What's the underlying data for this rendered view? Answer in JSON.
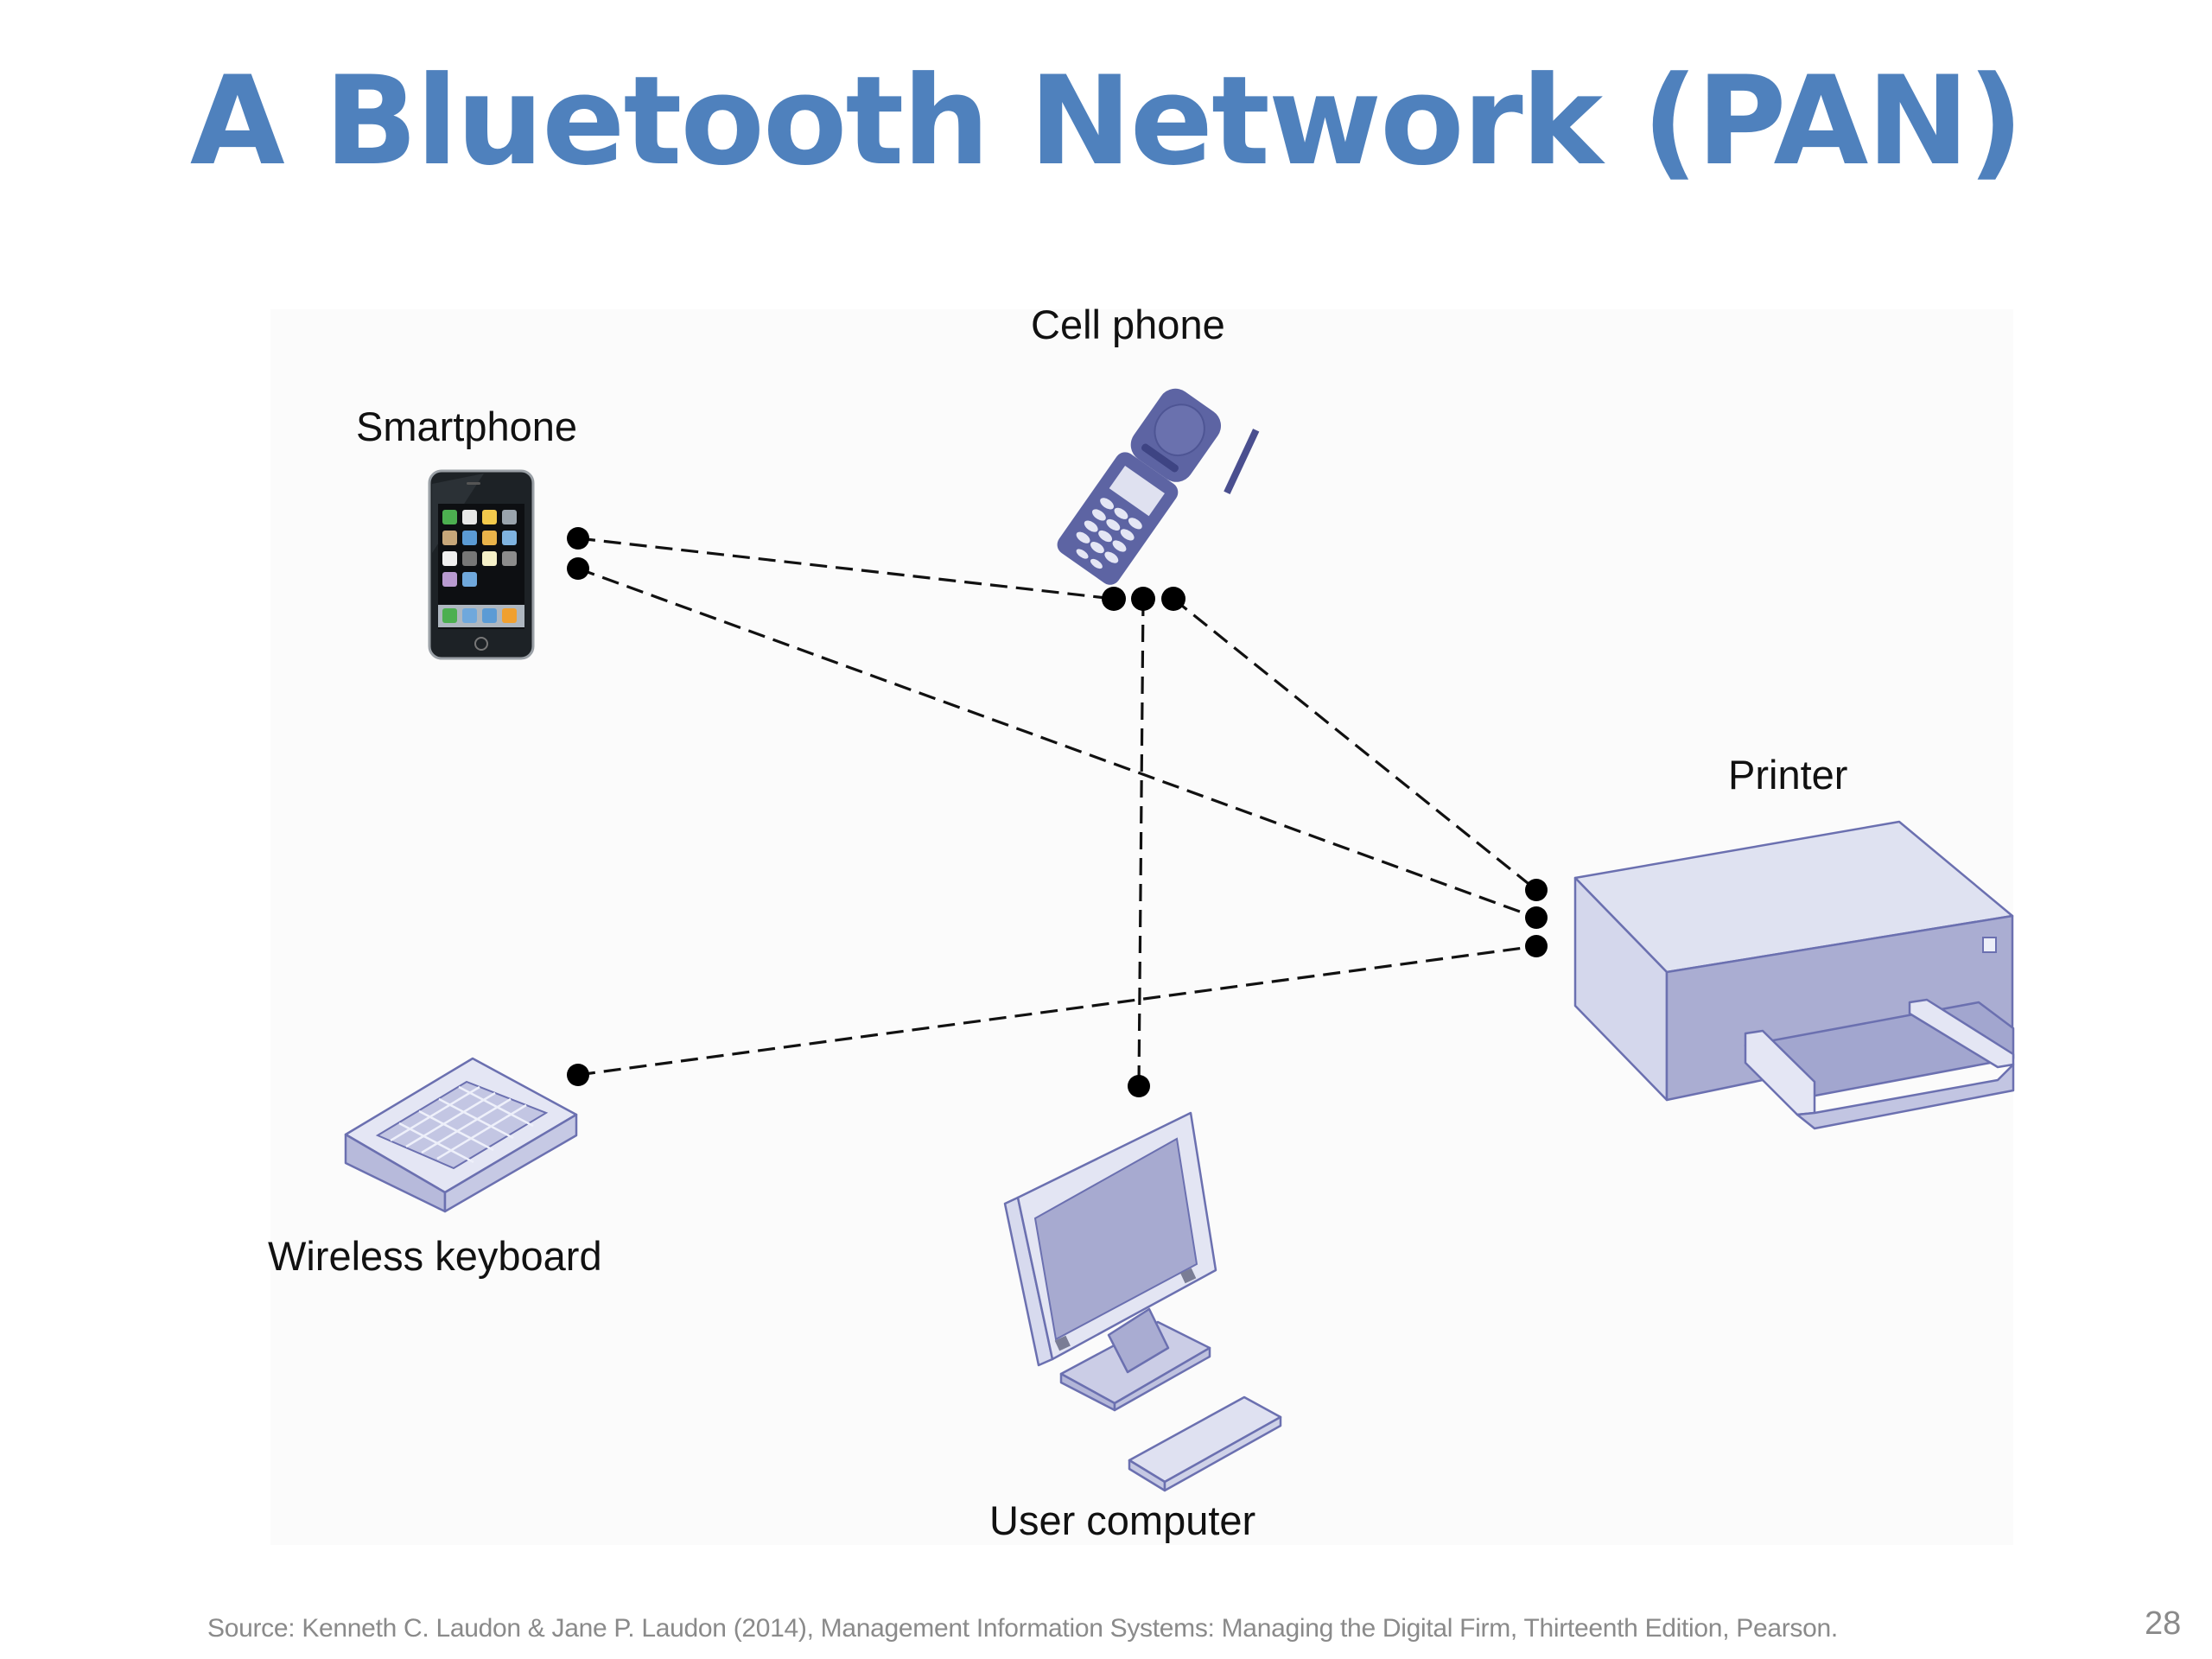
{
  "slide": {
    "title": "A Bluetooth Network (PAN)",
    "page_number": "28",
    "source": "Source: Kenneth C. Laudon & Jane P. Laudon (2014), Management Information Systems: Managing the Digital Firm, Thirteenth Edition, Pearson."
  },
  "colors": {
    "title": "#4f81bd",
    "device_fill": "#b9bcdc",
    "device_outline": "#6b70b0",
    "cell_phone": "#5d64a3",
    "link": "#111111",
    "footer_text": "#8a8a8a"
  },
  "diagram": {
    "type": "bluetooth-piconet",
    "devices": [
      {
        "id": "cell_phone",
        "label": "Cell phone",
        "icon": "flip-phone-icon"
      },
      {
        "id": "smartphone",
        "label": "Smartphone",
        "icon": "smartphone-icon"
      },
      {
        "id": "printer",
        "label": "Printer",
        "icon": "printer-icon"
      },
      {
        "id": "wireless_keyboard",
        "label": "Wireless keyboard",
        "icon": "keyboard-icon"
      },
      {
        "id": "user_computer",
        "label": "User computer",
        "icon": "desktop-computer-icon"
      }
    ],
    "connections": [
      {
        "from": "smartphone",
        "to": "cell_phone",
        "style": "dashed"
      },
      {
        "from": "smartphone",
        "to": "printer",
        "style": "dashed"
      },
      {
        "from": "cell_phone",
        "to": "printer",
        "style": "dashed"
      },
      {
        "from": "cell_phone",
        "to": "user_computer",
        "style": "dashed"
      },
      {
        "from": "wireless_keyboard",
        "to": "printer",
        "style": "dashed"
      }
    ]
  }
}
